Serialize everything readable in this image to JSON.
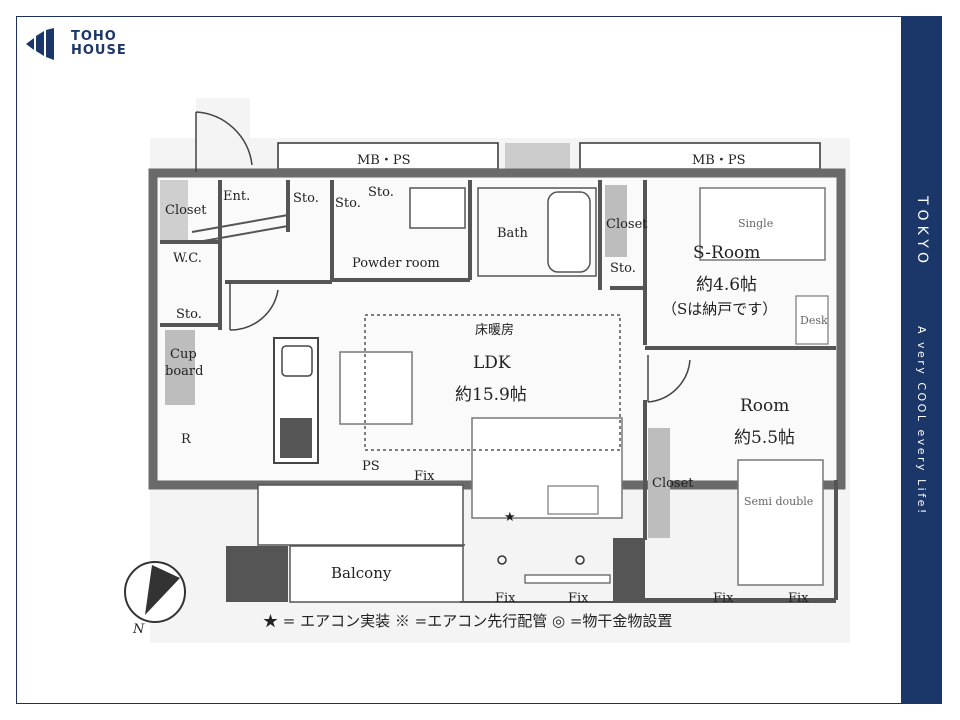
{
  "brand": {
    "line1": "TOHO",
    "line2": "HOUSE"
  },
  "side": {
    "city": "TOKYO",
    "tagline": "A very COOL every Life!"
  },
  "plan": {
    "shafts": [
      "MB・PS",
      "MB・PS"
    ],
    "ent": "Ent.",
    "closet": "Closet",
    "sto": "Sto.",
    "wc": "W.C.",
    "cupboard_1": "Cup",
    "cupboard_2": "board",
    "r": "R",
    "powder": "Powder room",
    "bath": "Bath",
    "floor_heating": "床暖房",
    "ldk": "LDK",
    "ldk_size": "約15.9帖",
    "ps": "PS",
    "fix": "Fix",
    "balcony": "Balcony",
    "sroom": "S-Room",
    "sroom_size": "約4.6帖",
    "sroom_note": "（Sは納戸です）",
    "single": "Single",
    "desk": "Desk",
    "room": "Room",
    "room_size": "約5.5帖",
    "semi_double": "Semi double",
    "north": "N",
    "legend": "★ = エアコン実装 ※ =エアコン先行配管 ◎ =物干金物設置"
  }
}
